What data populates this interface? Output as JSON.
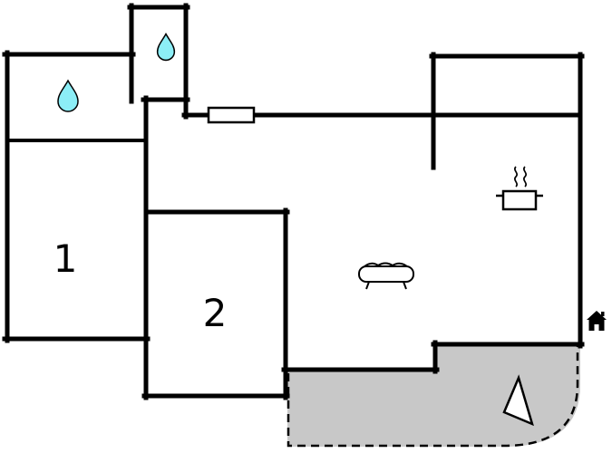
{
  "plan": {
    "room1_label": "1",
    "room2_label": "2",
    "colors": {
      "wall": "#000000",
      "water_drop": "#8ceef6",
      "terrace": "#c8c8c8",
      "background": "#ffffff"
    },
    "icons": {
      "water_drop": "teardrop-shape",
      "sofa": "sofa-top-view",
      "stove_pot": "pot-with-steam-lines",
      "house": "house-marker",
      "north_arrow": "triangle-pointer",
      "window": "white-rect-on-wall"
    }
  }
}
